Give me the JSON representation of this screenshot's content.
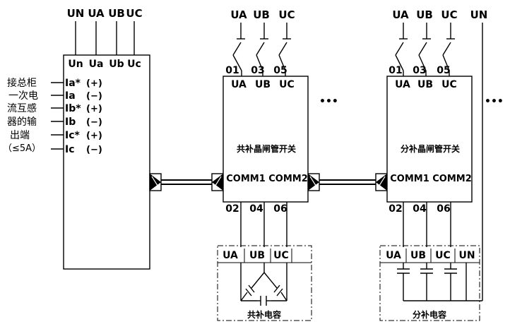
{
  "meter": {
    "top_terminals": [
      "UN",
      "UA",
      "UB",
      "UC"
    ],
    "inner_terminals": [
      "Un",
      "Ua",
      "Ub",
      "Uc"
    ],
    "current_terminals": [
      "Ia*",
      "Ia",
      "Ib*",
      "Ib",
      "Ic*",
      "Ic"
    ],
    "current_polarity": [
      "(+)",
      "(−)",
      "(+)",
      "(−)",
      "(+)",
      "(−)"
    ],
    "side_note": [
      "接总柜",
      "一次电",
      "流互感",
      "器的输",
      "出端",
      "（≤5A）"
    ]
  },
  "switch_common": {
    "supply": [
      "UA",
      "UB",
      "UC"
    ],
    "upper_pins": [
      "01",
      "03",
      "05"
    ],
    "phases": [
      "UA",
      "UB",
      "UC"
    ],
    "title": "共补晶闸管开关",
    "comm1": "COMM1",
    "comm2": "COMM2",
    "lower_pins": [
      "02",
      "04",
      "06"
    ],
    "ellipsis": "•••"
  },
  "switch_split": {
    "supply": [
      "UA",
      "UB",
      "UC",
      "UN"
    ],
    "upper_pins": [
      "01",
      "03",
      "05"
    ],
    "phases": [
      "UA",
      "UB",
      "UC"
    ],
    "title": "分补晶闸管开关",
    "comm1": "COMM1",
    "comm2": "COMM2",
    "lower_pins": [
      "02",
      "04",
      "06"
    ],
    "ellipsis": "•••"
  },
  "cap_common": {
    "terminals": [
      "UA",
      "UB",
      "UC"
    ],
    "title": "共补电容"
  },
  "cap_split": {
    "terminals": [
      "UA",
      "UB",
      "UC",
      "UN"
    ],
    "title": "分补电容"
  }
}
